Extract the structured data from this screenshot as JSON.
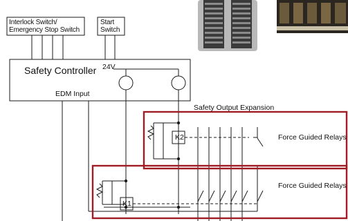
{
  "labels": {
    "interlock_line1": "Interlock Switch/",
    "interlock_line2": "Emergency Stop Switch",
    "start_line1": "Start",
    "start_line2": "Switch",
    "controller": "Safety Controller",
    "voltage": "24V",
    "edm": "EDM Input",
    "expansion": "Safety Output Expansion",
    "relay_k2": "K2",
    "relay_k1": "K1",
    "relay_group_top": "Force Guided Relays",
    "relay_group_bottom": "Force Guided Relays"
  },
  "colors": {
    "line": "#1a1a1a",
    "highlight": "#a01c24"
  }
}
